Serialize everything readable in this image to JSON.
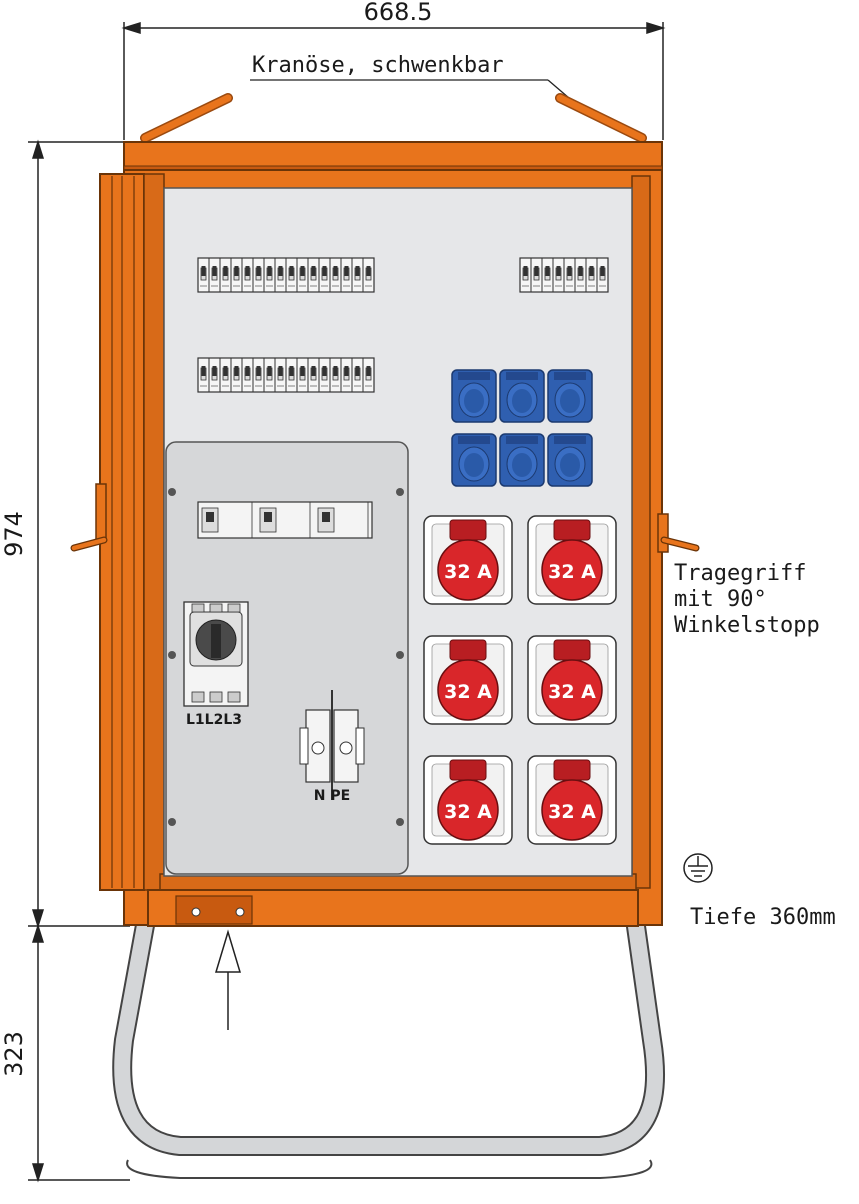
{
  "dimensions": {
    "width": "668.5",
    "height_body": "974",
    "height_legs": "323"
  },
  "labels": {
    "crane_eye": "Kranöse, schwenkbar",
    "handle_line1": "Tragegriff",
    "handle_line2": "mit 90°",
    "handle_line3": "Winkelstopp",
    "depth": "Tiefe 360mm",
    "main_switch_phases": "L1L2L3",
    "terminal_labels": "N PE"
  },
  "cee_sockets": [
    {
      "label": "32 A"
    },
    {
      "label": "32 A"
    },
    {
      "label": "32 A"
    },
    {
      "label": "32 A"
    },
    {
      "label": "32 A"
    },
    {
      "label": "32 A"
    }
  ],
  "colors": {
    "housing": "#e8741c",
    "housing_dark": "#c85a10",
    "panel": "#e6e7e9",
    "socket_red": "#d9262a",
    "socket_blue": "#2f5fb0",
    "legs": "#d4d6d8"
  },
  "icons": [
    "ground-symbol-icon",
    "arrow-up-icon"
  ]
}
